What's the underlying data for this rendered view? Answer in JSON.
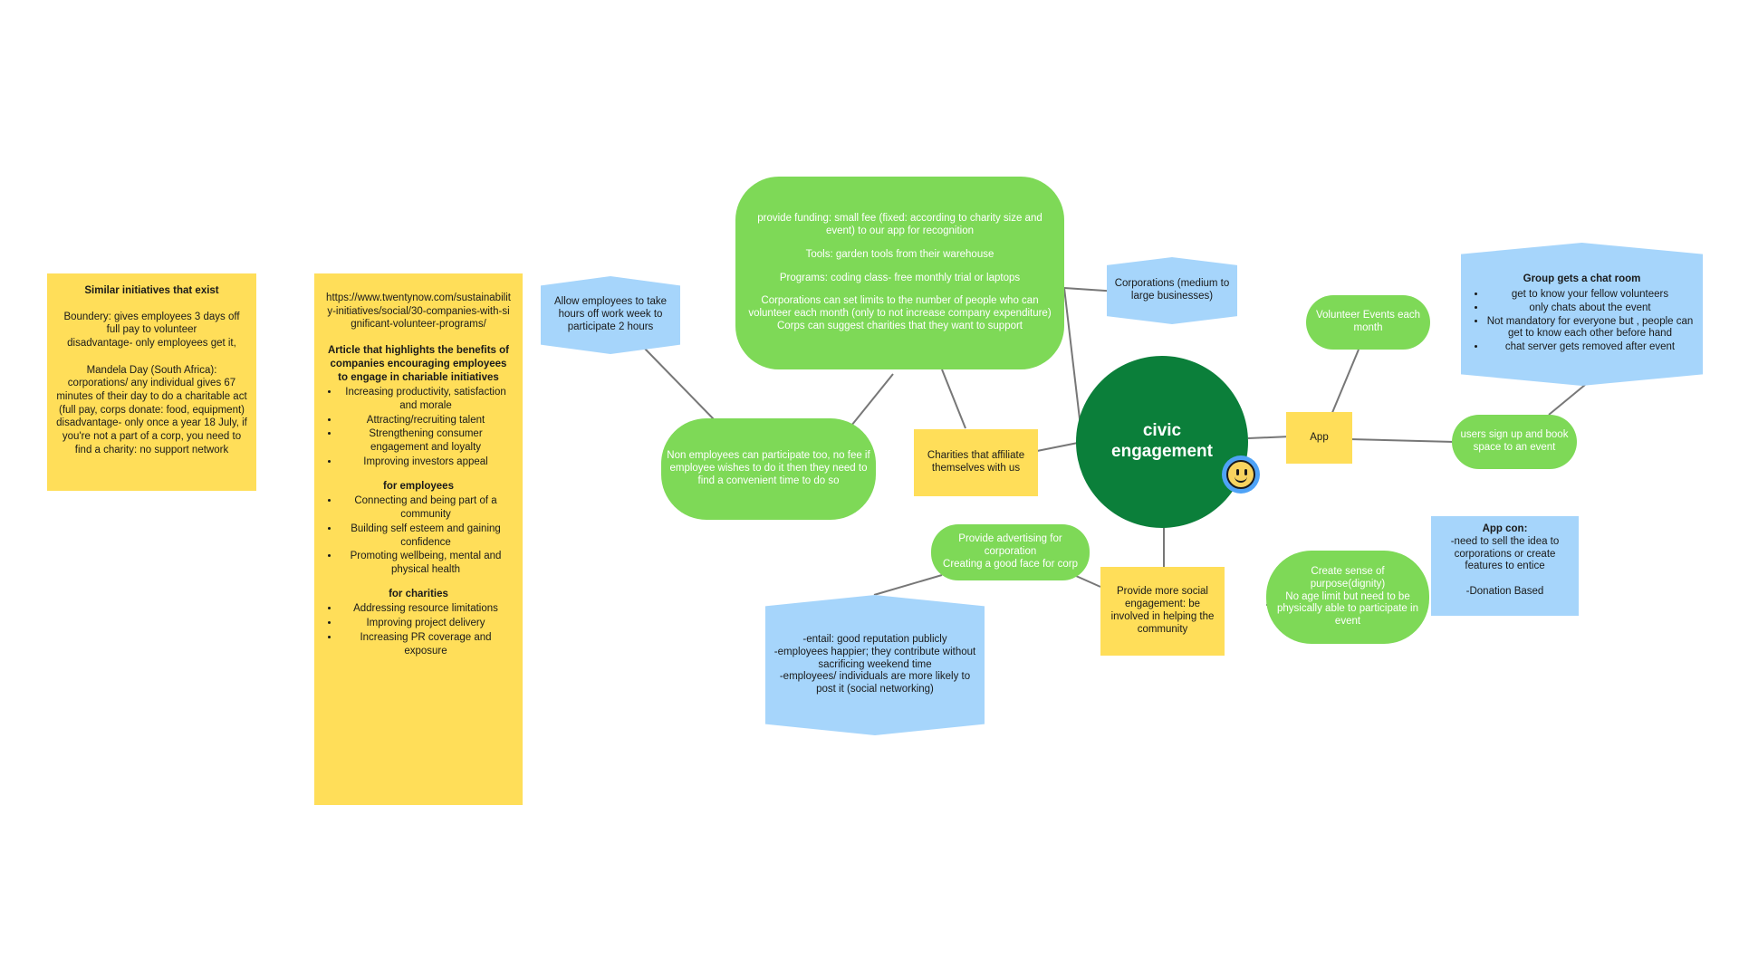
{
  "central": {
    "label": "civic engagement"
  },
  "nodes": {
    "funding": {
      "lines": [
        "provide funding: small fee (fixed: according to charity size and event) to our app for recognition",
        "",
        "Tools: garden tools from their warehouse",
        "",
        "Programs: coding class- free monthly trial or laptops",
        "",
        "Corporations can set limits to the number of people who can volunteer each month (only to not increase company expenditure)",
        "Corps can suggest charities that they want to support"
      ]
    },
    "corporations": {
      "text": "Corporations (medium to large businesses)"
    },
    "allow_employees": {
      "text": "Allow employees to take hours off work week to participate 2 hours"
    },
    "non_employees": {
      "text": "Non employees can participate too, no fee if employee wishes to do it then they need to find a convenient time to do so"
    },
    "charities": {
      "text": "Charities that affiliate themselves with us"
    },
    "app": {
      "text": "App"
    },
    "volunteer_events": {
      "text": "Volunteer Events each month"
    },
    "chat_room": {
      "title": "Group gets a chat room",
      "items": [
        "get to know your fellow volunteers",
        "only chats about the event",
        "Not mandatory for everyone but , people can get to know each other before hand",
        "chat server gets removed after event"
      ]
    },
    "sign_up": {
      "text": "users sign up and book space to an event"
    },
    "advertising": {
      "text": "Provide advertising for corporation\nCreating a good face for corp"
    },
    "reputation": {
      "text": "-entail: good reputation publicly\n-employees happier; they contribute without sacrificing weekend time\n-employees/ individuals are more likely to post it (social networking)"
    },
    "social_engagement": {
      "text": "Provide more social engagement: be involved in helping the community"
    },
    "purpose": {
      "text": "Create sense of purpose(dignity)\nNo age limit but need to be physically able to participate in event"
    },
    "app_con": {
      "title": "App con:",
      "text": "-need to sell the idea to corporations or create features to entice\n\n-Donation Based"
    }
  },
  "notes": {
    "similar": {
      "title": "Similar initiatives that exist",
      "body": "Boundery: gives employees 3 days off full pay to volunteer\ndisadvantage- only employees get it,\n\nMandela Day (South Africa): corporations/ any individual gives 67 minutes of their day to do a charitable act (full pay, corps donate: food, equipment)\ndisadvantage- only once a year 18 July, if you're not  a part of a corp, you need to find a charity: no support network"
    },
    "article": {
      "url": "https://www.twentynow.com/sustainability-initiatives/social/30-companies-with-significant-volunteer-programs/",
      "heading": "Article that highlights the benefits of companies encouraging employees to  engage in chariable initiatives",
      "items": [
        "Increasing productivity, satisfaction and morale",
        "Attracting/recruiting talent",
        "Strengthening consumer engagement and loyalty",
        "Improving investors appeal"
      ],
      "employees_heading": "for employees",
      "employees_items": [
        "Connecting and being part of a community",
        "Building self esteem and gaining confidence",
        "Promoting wellbeing, mental and physical health"
      ],
      "charities_heading": "for charities",
      "charities_items": [
        "Addressing resource limitations",
        "Improving project delivery",
        "Increasing PR coverage and exposure"
      ]
    }
  },
  "colors": {
    "green": "#7ed957",
    "dark_green": "#0b7f3a",
    "yellow": "#ffde59",
    "blue": "#a6d5fb",
    "connector": "#777777"
  },
  "icons": {
    "emoji": "smiley-face-icon"
  }
}
